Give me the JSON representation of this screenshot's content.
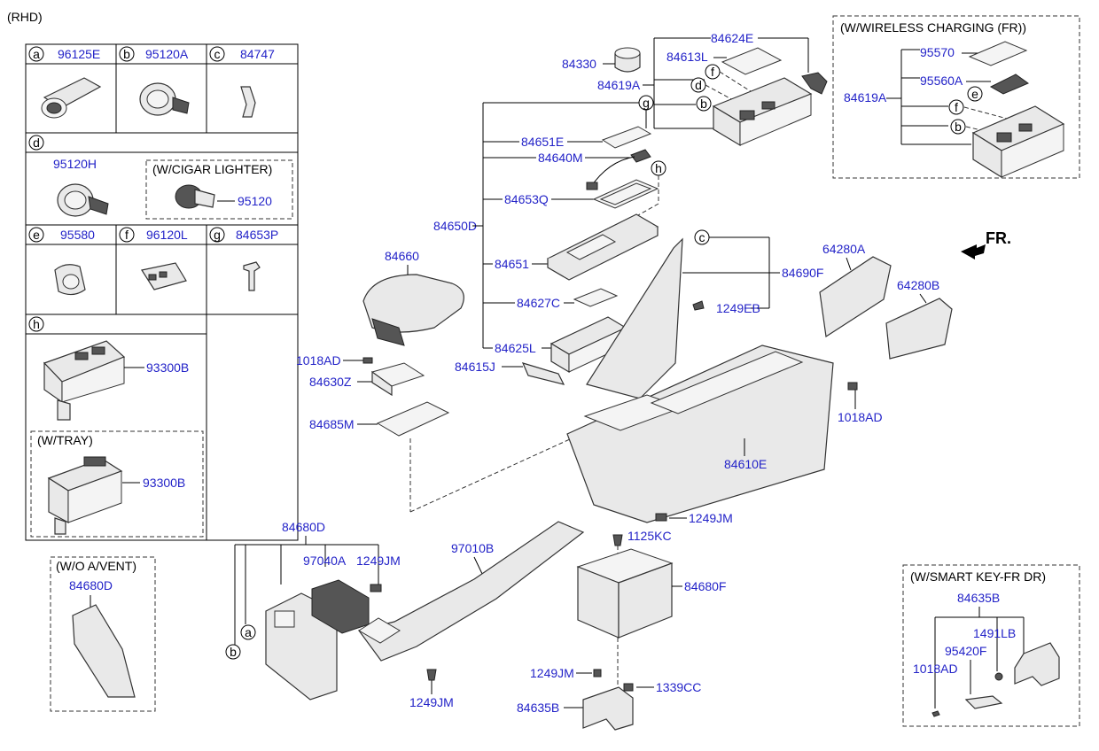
{
  "diagram": {
    "variant": "(RHD)",
    "direction_label": "FR.",
    "legend": {
      "row1": [
        {
          "letter": "a",
          "part": "96125E"
        },
        {
          "letter": "b",
          "part": "95120A"
        },
        {
          "letter": "c",
          "part": "84747"
        }
      ],
      "d": {
        "letter": "d",
        "part": "95120H",
        "option": "(W/CIGAR LIGHTER)",
        "option_part": "95120"
      },
      "row3": [
        {
          "letter": "e",
          "part": "95580"
        },
        {
          "letter": "f",
          "part": "96120L"
        },
        {
          "letter": "g",
          "part": "84653P"
        }
      ],
      "h": {
        "letter": "h",
        "part": "93300B",
        "option": "(W/TRAY)",
        "option_part": "93300B"
      }
    },
    "wireless_box": {
      "title": "(W/WIRELESS CHARGING (FR))",
      "parts": [
        "95570",
        "95560A",
        "84619A"
      ],
      "letters": [
        "e",
        "f",
        "b"
      ]
    },
    "no_vent_box": {
      "title": "(W/O A/VENT)",
      "part": "84680D"
    },
    "smart_key_box": {
      "title": "(W/SMART KEY-FR DR)",
      "parts": [
        "84635B",
        "1491LB",
        "95420F",
        "1018AD"
      ]
    },
    "main_labels": {
      "p84624E": "84624E",
      "p84330": "84330",
      "p84613L": "84613L",
      "p84619A": "84619A",
      "p84651E": "84651E",
      "p84640M": "84640M",
      "p84653Q": "84653Q",
      "p84650D": "84650D",
      "p84651": "84651",
      "p84627C": "84627C",
      "p84625L": "84625L",
      "p84615J": "84615J",
      "p84660": "84660",
      "p1018AD_a": "1018AD",
      "p84630Z": "84630Z",
      "p84685M": "84685M",
      "p84690F": "84690F",
      "p1249EB": "1249EB",
      "p64280A": "64280A",
      "p64280B": "64280B",
      "p1018AD_b": "1018AD",
      "p84610E": "84610E",
      "p1249JM_a": "1249JM",
      "p1125KC": "1125KC",
      "p84680F": "84680F",
      "p1249JM_b": "1249JM",
      "p1339CC": "1339CC",
      "p84635B": "84635B",
      "p84680D": "84680D",
      "p97040A": "97040A",
      "p1249JM_c": "1249JM",
      "p97010B": "97010B",
      "p1249JM_d": "1249JM"
    },
    "callouts": {
      "a": "a",
      "b": "b",
      "c": "c",
      "d": "d",
      "f": "f",
      "g": "g",
      "h": "h"
    }
  }
}
